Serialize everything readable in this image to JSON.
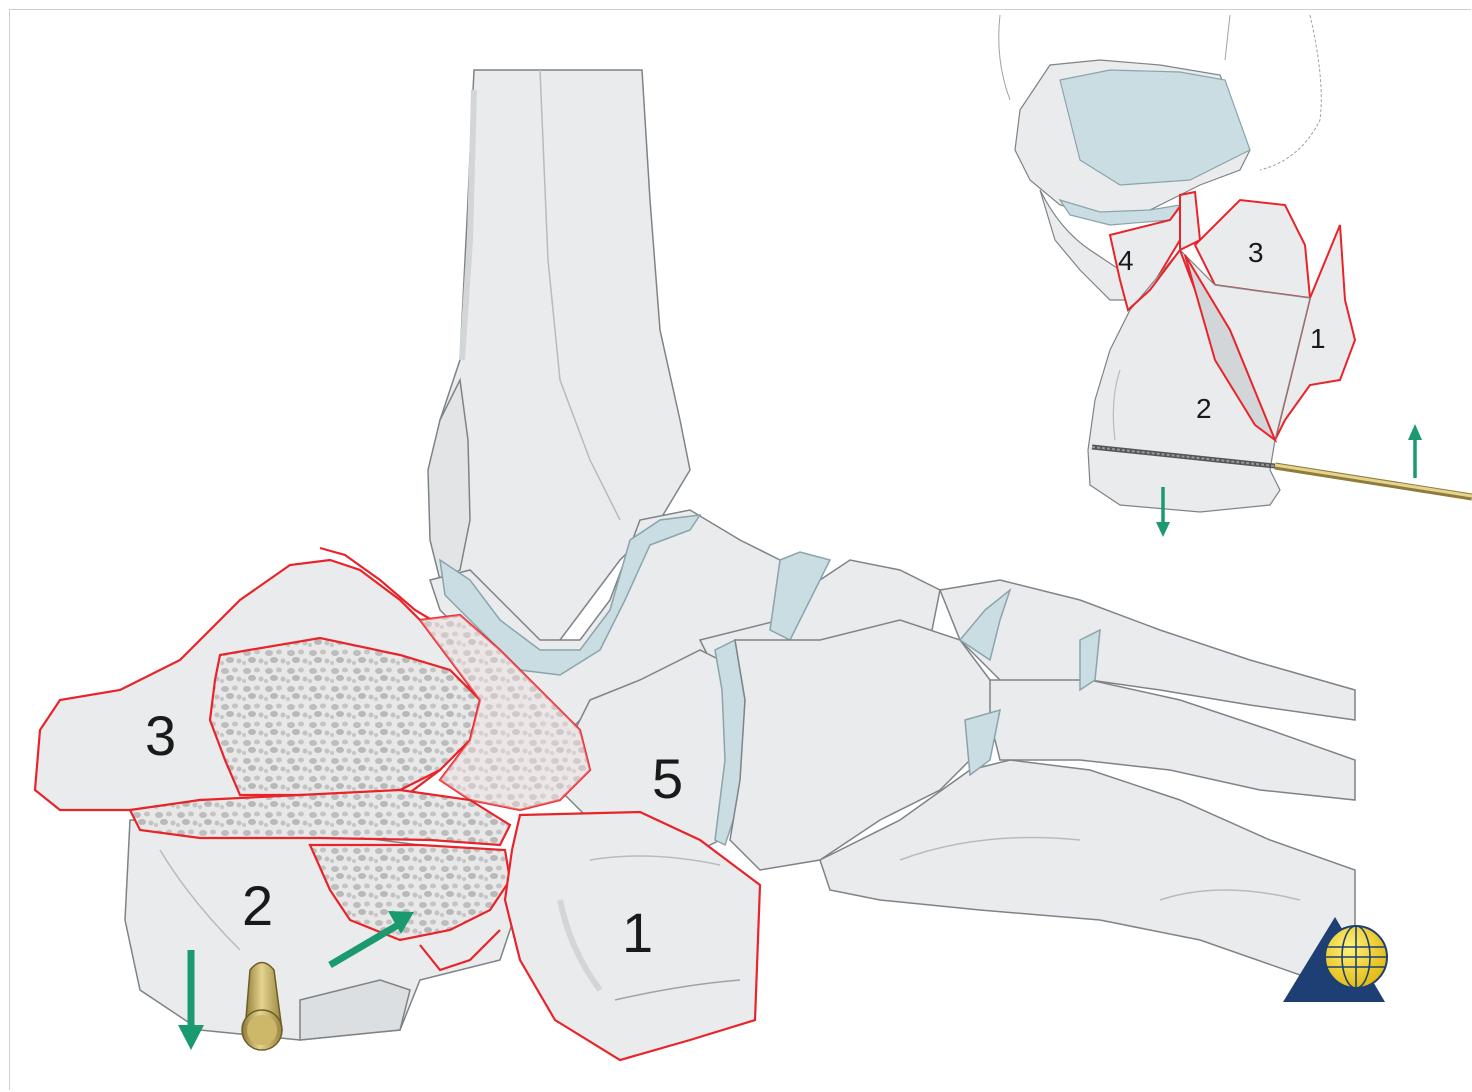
{
  "labels": {
    "main": {
      "frag1": "1",
      "frag2": "2",
      "frag3": "3",
      "frag5": "5"
    },
    "inset": {
      "frag1": "1",
      "frag2": "2",
      "frag3": "3",
      "frag4": "4"
    }
  },
  "colors": {
    "bone_fill": "#eaebec",
    "bone_shadow": "#d3d6d8",
    "bone_outline": "#7e8388",
    "cartilage": "#c9dde2",
    "fracture_line": "#e8242a",
    "cancellous": "#dcdcdc",
    "arrow": "#1a9a6e",
    "pin": "#c9b466",
    "logo_triangle": "#1d3f73",
    "logo_globe": "#f2d21e"
  },
  "icons": {
    "pin": "steinmann-pin-icon",
    "arrow": "reduction-arrow-icon",
    "logo": "ao-logo-icon"
  }
}
